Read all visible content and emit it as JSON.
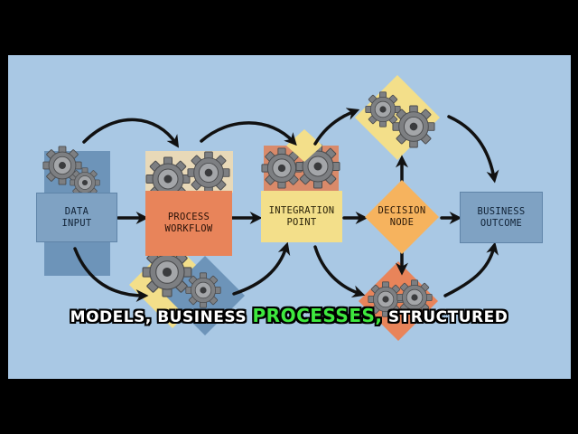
{
  "nodes": {
    "data_input": "DATA\nINPUT",
    "process_workflow": "PROCESS\nWORKFLOW",
    "integration_point": "INTEGRATION\nPOINT",
    "decision_node": "DECISION\nNODE",
    "business_outcome": "BUSINESS\nOUTCOME"
  },
  "caption": {
    "part1": "MODELS, BUSINESS ",
    "highlight": "PROCESSES,",
    "part2": " STRUCTURED"
  },
  "colors": {
    "background": "#a9c8e4",
    "data_input": "#6d94b9",
    "process_workflow": "#e8845a",
    "integration_point": "#f3df8a",
    "decision_node": "#f6b35e",
    "business_outcome": "#7fa2c3",
    "caption_highlight": "#3ee83e",
    "arrow": "#111111"
  },
  "icons": [
    "gear-icon"
  ]
}
